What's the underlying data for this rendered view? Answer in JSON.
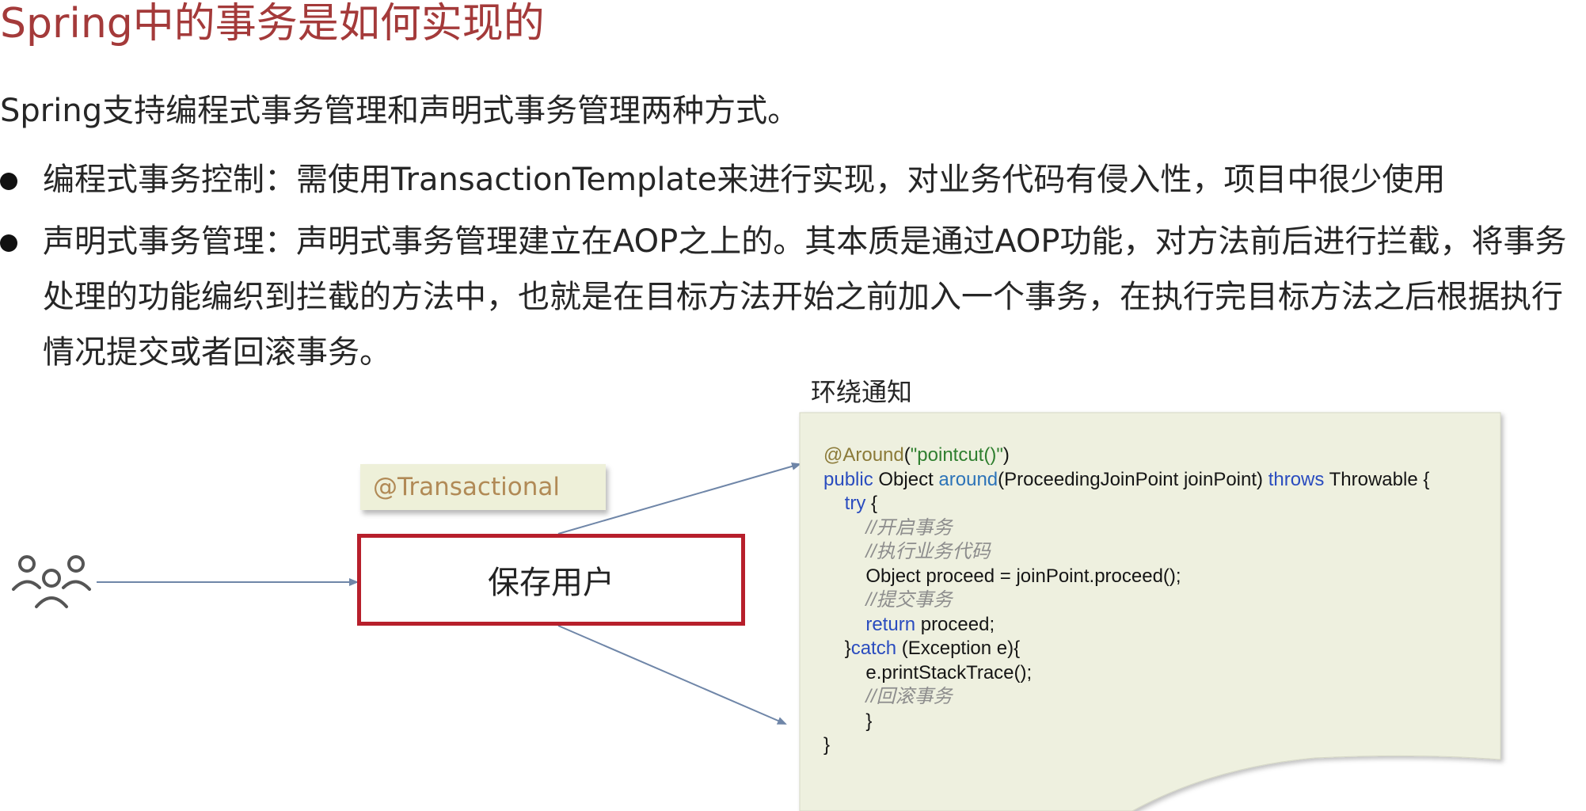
{
  "title": "Spring中的事务是如何实现的",
  "intro": "Spring支持编程式事务管理和声明式事务管理两种方式。",
  "bullets": [
    {
      "text": "编程式事务控制：需使用TransactionTemplate来进行实现，对业务代码有侵入性，项目中很少使用"
    },
    {
      "text": "声明式事务管理：声明式事务管理建立在AOP之上的。其本质是通过AOP功能，对方法前后进行拦截，将事务处理的功能编织到拦截的方法中，也就是在目标方法开始之前加入一个事务，在执行完目标方法之后根据执行情况提交或者回滚事务。"
    }
  ],
  "diagram": {
    "advice_label": "环绕通知",
    "annotation": "@Transactional",
    "save_user": "保存用户",
    "users_icon": "users-icon",
    "code_lines": [
      [
        {
          "text": "@Around",
          "kind": "ann"
        },
        {
          "text": "(",
          "kind": "plain"
        },
        {
          "text": "\"pointcut()\"",
          "kind": "str"
        },
        {
          "text": ")",
          "kind": "plain"
        }
      ],
      [
        {
          "text": "public",
          "kind": "kw"
        },
        {
          "text": " Object ",
          "kind": "plain"
        },
        {
          "text": "around",
          "kind": "method"
        },
        {
          "text": "(ProceedingJoinPoint joinPoint) ",
          "kind": "plain"
        },
        {
          "text": "throws",
          "kind": "kw"
        },
        {
          "text": " Throwable {",
          "kind": "plain"
        }
      ],
      [
        {
          "text": "    ",
          "kind": "plain"
        },
        {
          "text": "try",
          "kind": "kw"
        },
        {
          "text": " {",
          "kind": "plain"
        }
      ],
      [
        {
          "text": "        ",
          "kind": "plain"
        },
        {
          "text": "//开启事务",
          "kind": "cm"
        }
      ],
      [
        {
          "text": "        ",
          "kind": "plain"
        },
        {
          "text": "//执行业务代码",
          "kind": "cm"
        }
      ],
      [
        {
          "text": "        Object proceed = joinPoint.proceed();",
          "kind": "plain"
        }
      ],
      [
        {
          "text": "        ",
          "kind": "plain"
        },
        {
          "text": "//提交事务",
          "kind": "cm"
        }
      ],
      [
        {
          "text": "        ",
          "kind": "plain"
        },
        {
          "text": "return",
          "kind": "kw"
        },
        {
          "text": " proceed;",
          "kind": "plain"
        }
      ],
      [
        {
          "text": "    }",
          "kind": "plain"
        },
        {
          "text": "catch",
          "kind": "kw"
        },
        {
          "text": " (Exception e){",
          "kind": "plain"
        }
      ],
      [
        {
          "text": "        e.printStackTrace();",
          "kind": "plain"
        }
      ],
      [
        {
          "text": "        ",
          "kind": "plain"
        },
        {
          "text": "//回滚事务",
          "kind": "cm"
        }
      ],
      [
        {
          "text": "        }",
          "kind": "plain"
        }
      ],
      [
        {
          "text": "}",
          "kind": "plain"
        }
      ]
    ]
  }
}
